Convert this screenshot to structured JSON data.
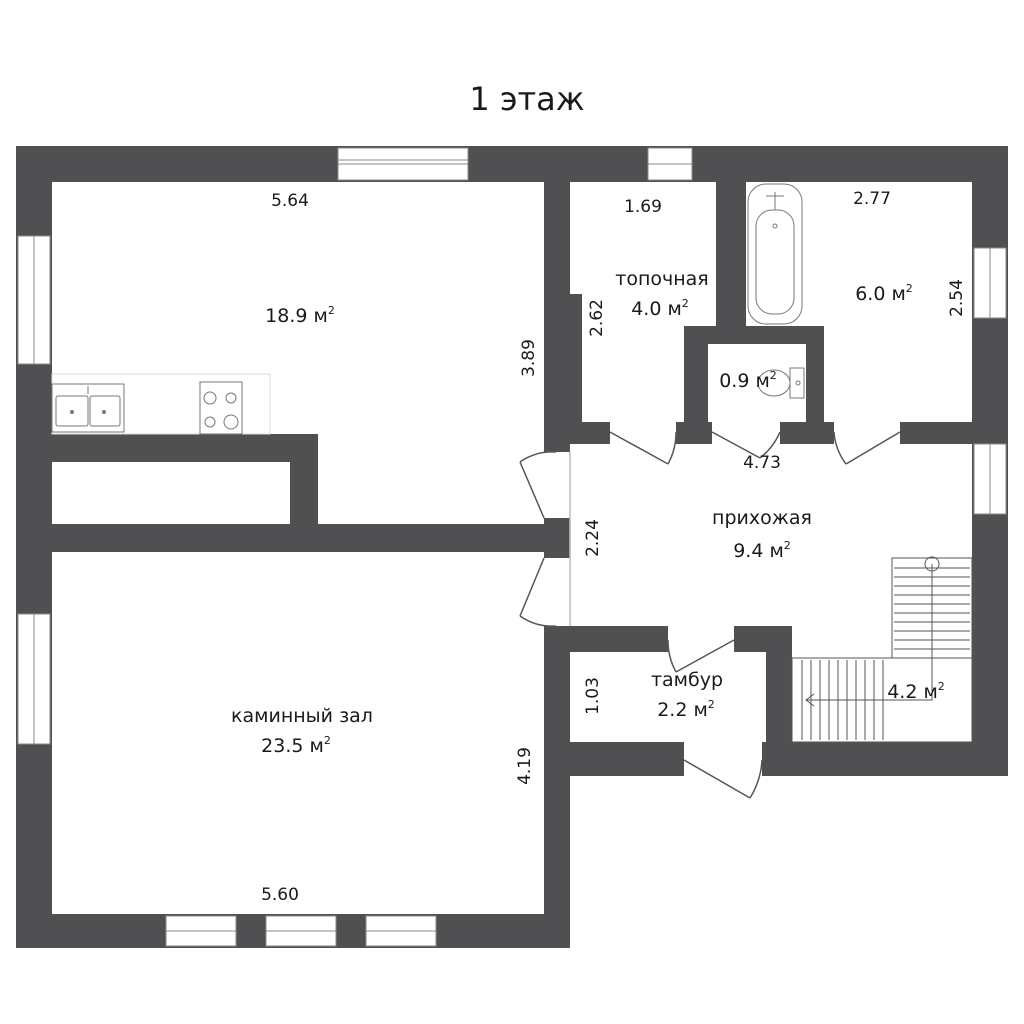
{
  "floor_title": "1 этаж",
  "rooms": {
    "upper_left_area": "18.9 м",
    "firebox_name": "топочная",
    "firebox_area": "4.0 м",
    "bath_area": "6.0 м",
    "wc_area": "0.9 м",
    "hall_name": "прихожая",
    "hall_area": "9.4 м",
    "vestibule_name": "тамбур",
    "vestibule_area": "2.2 м",
    "stairs_area": "4.2 м",
    "fireplace_name": "каминный зал",
    "fireplace_area": "23.5 м",
    "area_unit_sup": "2"
  },
  "dimensions": {
    "upper_left_width": "5.64",
    "upper_left_height": "3.89",
    "firebox_width": "1.69",
    "firebox_height": "2.62",
    "bath_width": "2.77",
    "bath_height": "2.54",
    "hall_width": "4.73",
    "hall_height": "2.24",
    "vestibule_height": "1.03",
    "fireplace_height": "4.19",
    "fireplace_width": "5.60"
  },
  "colors": {
    "wall": "#505052",
    "line": "#555555",
    "text": "#1a1a1a"
  }
}
